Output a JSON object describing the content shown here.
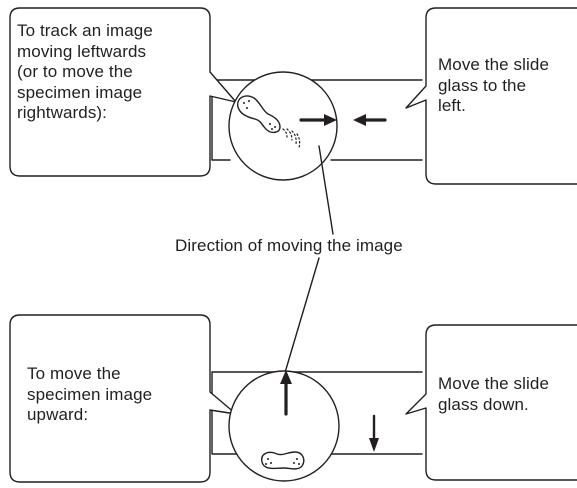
{
  "top_left_text": "To track an image\nmoving leftwards\n(or to move the\nspecimen image\nrightwards):",
  "top_right_text": "Move the slide\nglass to the\nleft.",
  "center_label": "Direction of moving the image",
  "bottom_left_text": "To move the\nspecimen image\nupward:",
  "bottom_right_text": "Move the slide\nglass down.",
  "colors": {
    "line": "#231f20",
    "background": "#ffffff"
  }
}
